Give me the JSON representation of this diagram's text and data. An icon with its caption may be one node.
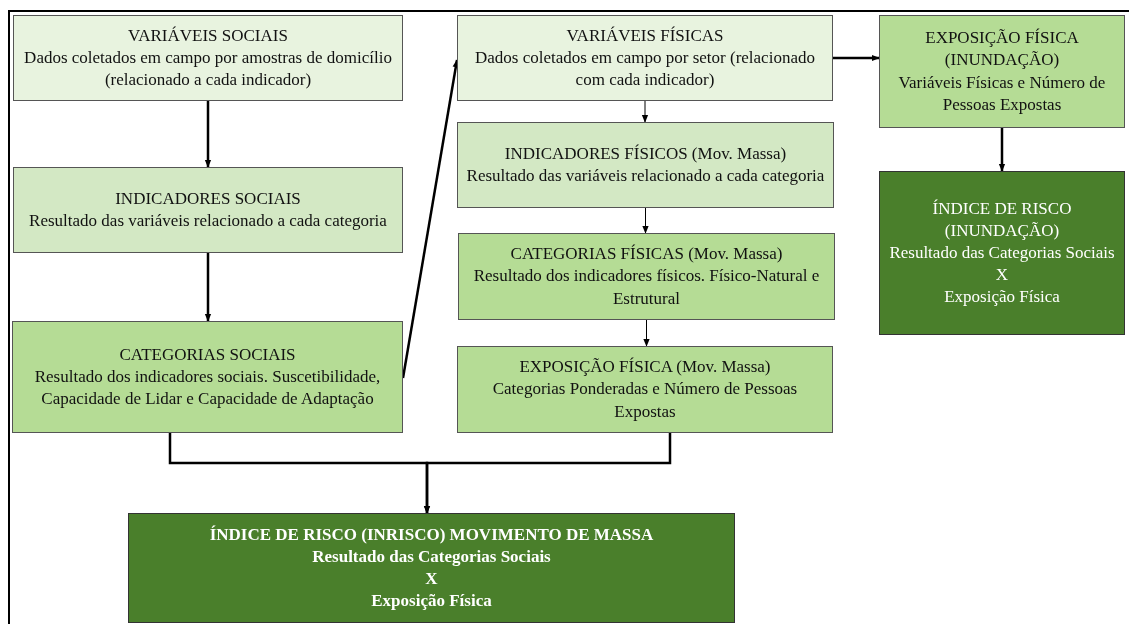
{
  "diagram": {
    "nodes": [
      {
        "text": [
          "VARIÁVEIS SOCIAIS",
          "Dados coletados em campo por amostras de domicílio (relacionado a cada indicador)"
        ]
      },
      {
        "text": [
          "INDICADORES SOCIAIS",
          "Resultado das variáveis relacionado a cada categoria"
        ]
      },
      {
        "text": [
          "CATEGORIAS SOCIAIS",
          "Resultado dos indicadores sociais. Suscetibilidade, Capacidade de Lidar e Capacidade de Adaptação"
        ]
      },
      {
        "text": [
          "VARIÁVEIS FÍSICAS",
          "Dados coletados em campo por setor (relacionado com cada indicador)"
        ]
      },
      {
        "text": [
          "INDICADORES FÍSICOS (Mov. Massa)",
          "Resultado das variáveis relacionado a cada categoria"
        ]
      },
      {
        "text": [
          "CATEGORIAS FÍSICAS (Mov. Massa)",
          "Resultado dos indicadores físicos. Físico-Natural e Estrutural"
        ]
      },
      {
        "text": [
          "EXPOSIÇÃO FÍSICA (Mov. Massa)",
          "Categorias Ponderadas e Número de Pessoas Expostas"
        ]
      },
      {
        "text": [
          "EXPOSIÇÃO FÍSICA (INUNDAÇÃO)",
          "Variáveis Físicas e Número de Pessoas Expostas"
        ]
      },
      {
        "text": [
          "ÍNDICE DE RISCO (INUNDAÇÃO)",
          "Resultado das Categorias Sociais",
          "X",
          "Exposição Física"
        ]
      },
      {
        "text": [
          "ÍNDICE DE RISCO (INRISCO) MOVIMENTO DE MASSA",
          "Resultado das Categorias Sociais",
          "X",
          "Exposição Física"
        ]
      }
    ],
    "edges": [
      {
        "from": 0,
        "to": 1,
        "arrow": "to"
      },
      {
        "from": 1,
        "to": 2,
        "arrow": "to"
      },
      {
        "from": 2,
        "to": 3,
        "arrow": "to"
      },
      {
        "from": 3,
        "to": 4,
        "arrow": "to"
      },
      {
        "from": 4,
        "to": 5,
        "arrow": "to"
      },
      {
        "from": 5,
        "to": 6,
        "arrow": "to"
      },
      {
        "from": 3,
        "to": 7,
        "arrow": "to"
      },
      {
        "from": 7,
        "to": 8,
        "arrow": "to"
      },
      {
        "from": 2,
        "to": 9,
        "arrow": "to"
      },
      {
        "from": 6,
        "to": 9,
        "arrow": "to"
      }
    ]
  }
}
